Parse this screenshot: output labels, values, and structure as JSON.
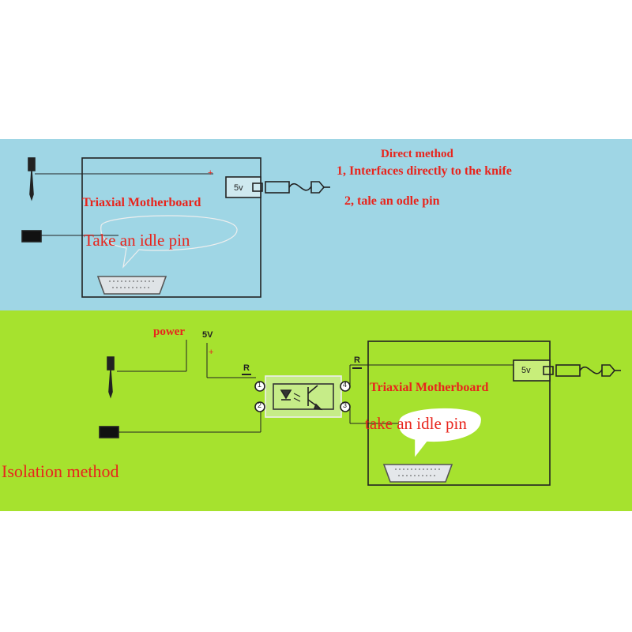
{
  "colors": {
    "top_bg": "#9fd6e5",
    "bottom_bg": "#a6e22e",
    "label_red": "#e8241c",
    "line": "#222222"
  },
  "direct": {
    "title": "Direct method",
    "step1": "1, Interfaces directly to the knife",
    "step2": "2, tale an odle pin",
    "board_label": "Triaxial Motherboard",
    "idle_label": "Take an idle pin",
    "v5_label": "5v",
    "plus": "+"
  },
  "isolation": {
    "title": "Isolation method",
    "power_label": "power",
    "v5_label": "5V",
    "plus": "+",
    "r1": "R",
    "r2": "R",
    "pin1": "1",
    "pin2": "2",
    "pin3": "3",
    "pin4": "4",
    "board_label": "Triaxial Motherboard",
    "idle_label": "take an idle pin",
    "v5_box": "5v"
  }
}
